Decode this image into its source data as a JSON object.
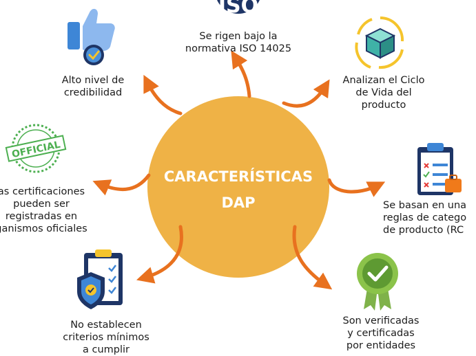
{
  "center": {
    "line1": "CARACTERÍSTICAS",
    "line2": "DAP"
  },
  "iso": {
    "logo_text": "ISO",
    "line1": "Se rigen bajo la",
    "line2": "normativa ISO 14025"
  },
  "official": {
    "stamp_text": "OFFICIAL"
  },
  "items": [
    {
      "id": "credibilidad",
      "icon": "thumbs-up-check-icon",
      "lines": [
        "Alto nivel de",
        "credibilidad"
      ]
    },
    {
      "id": "ciclo-vida",
      "icon": "recycle-box-icon",
      "lines": [
        "Analizan el Ciclo",
        "de Vida del",
        "producto"
      ]
    },
    {
      "id": "certificaciones",
      "icon": "official-stamp-icon",
      "lines": [
        "as certificaciones",
        "pueden ser",
        "registradas en",
        "ganismos oficiales"
      ]
    },
    {
      "id": "reglas",
      "icon": "checklist-clipboard-icon",
      "lines": [
        "Se basan en una",
        "reglas de catego",
        "de producto (RC"
      ]
    },
    {
      "id": "criterios",
      "icon": "clipboard-shield-icon",
      "lines": [
        "No establecen",
        "criterios mínimos",
        "a cumplir"
      ]
    },
    {
      "id": "verificadas",
      "icon": "award-badge-icon",
      "lines": [
        "Son verificadas",
        "y certificadas",
        "por entidades"
      ]
    }
  ],
  "colors": {
    "circle": "#EFB246",
    "arrow": "#E8711F",
    "navy": "#1E3566",
    "blue": "#3E86D6",
    "yellow": "#F5C42C",
    "green": "#4CAF50",
    "teal": "#3FB2A7"
  }
}
